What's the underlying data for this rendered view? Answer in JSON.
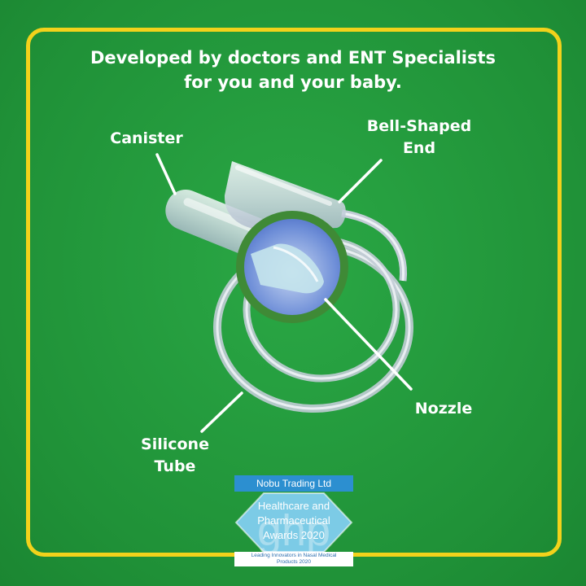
{
  "headline": {
    "line1": "Developed by doctors and ENT Specialists",
    "line2": "for you and your baby."
  },
  "labels": {
    "canister": "Canister",
    "bell_line1": "Bell-Shaped",
    "bell_line2": "End",
    "nozzle": "Nozzle",
    "tube_line1": "Silicone",
    "tube_line2": "Tube"
  },
  "badge": {
    "company": "Nobu Trading Ltd",
    "line1": "Healthcare and",
    "line2": "Pharmaceutical",
    "line3": "Awards 2020",
    "footer1": "Leading Innovators in Nasal Medical",
    "footer2": "Products 2020",
    "logo_letters": "ghp"
  },
  "colors": {
    "background": "#239a3e",
    "frame": "#f2d21b",
    "highlight_ring": "#3f8a36",
    "badge_blue": "#2c8fd0"
  }
}
